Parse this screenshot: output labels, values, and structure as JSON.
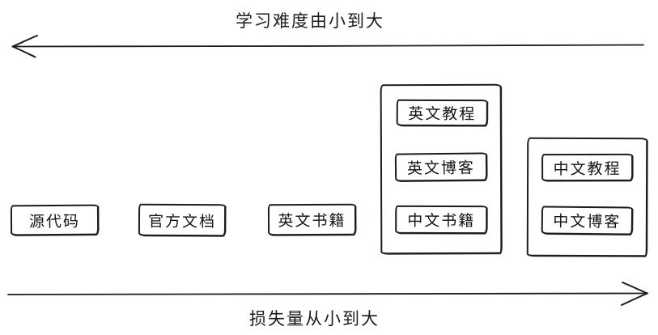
{
  "diagram": {
    "top_axis": {
      "label": "学习难度由小到大",
      "direction": "left"
    },
    "bottom_axis": {
      "label": "损失量从小到大",
      "direction": "right"
    },
    "standalone_boxes": [
      {
        "label": "源代码"
      },
      {
        "label": "官方文档"
      },
      {
        "label": "英文书籍"
      }
    ],
    "groups": [
      {
        "items": [
          {
            "label": "英文教程"
          },
          {
            "label": "英文博客"
          },
          {
            "label": "中文书籍"
          }
        ]
      },
      {
        "items": [
          {
            "label": "中文教程"
          },
          {
            "label": "中文博客"
          }
        ]
      }
    ],
    "colors": {
      "stroke": "#1c1c1c",
      "background": "#ffffff",
      "text": "#141414"
    }
  }
}
